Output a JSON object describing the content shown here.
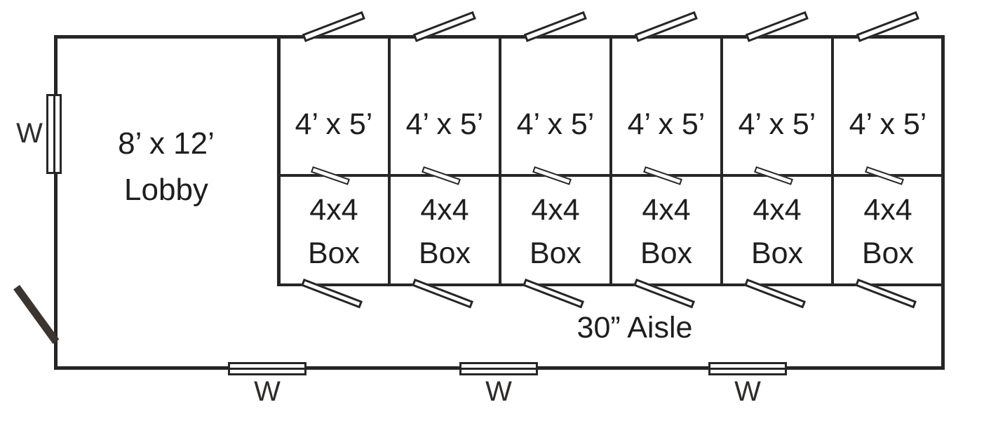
{
  "lobby": {
    "size_label": "8’ x 12’",
    "name_label": "Lobby"
  },
  "aisle": {
    "label": "30” Aisle"
  },
  "upper_units": [
    {
      "label": "4’ x 5’"
    },
    {
      "label": "4’ x 5’"
    },
    {
      "label": "4’ x 5’"
    },
    {
      "label": "4’ x 5’"
    },
    {
      "label": "4’ x 5’"
    },
    {
      "label": "4’ x 5’"
    }
  ],
  "box_units": [
    {
      "size": "4x4",
      "type": "Box"
    },
    {
      "size": "4x4",
      "type": "Box"
    },
    {
      "size": "4x4",
      "type": "Box"
    },
    {
      "size": "4x4",
      "type": "Box"
    },
    {
      "size": "4x4",
      "type": "Box"
    },
    {
      "size": "4x4",
      "type": "Box"
    }
  ],
  "windows": {
    "left": "W",
    "bottom1": "W",
    "bottom2": "W",
    "bottom3": "W"
  },
  "colors": {
    "line": "#262626",
    "door_fill": "#3a3531",
    "background": "#ffffff"
  }
}
